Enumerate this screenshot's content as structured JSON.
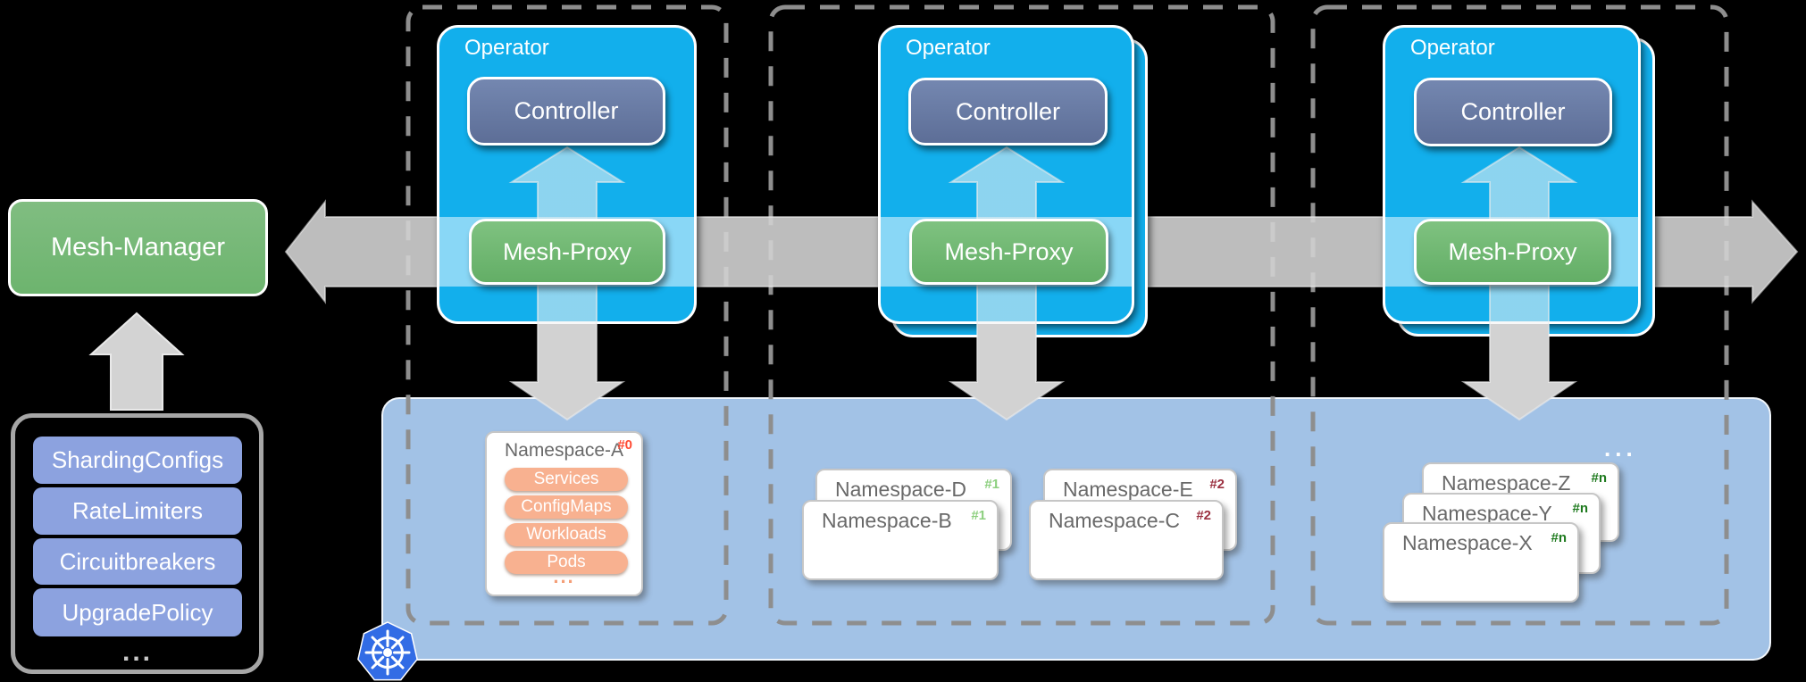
{
  "colors": {
    "operator_blue": "#12AFEC",
    "controller_slate": "#68799F",
    "mesh_green": "#71B873",
    "cluster_blue": "#A2C2E6",
    "config_pill_blue": "#8CA2DF",
    "resource_pill_orange": "#F8B190",
    "arrow_gray": "#D2D2D2",
    "kubernetes_blue": "#326CE5",
    "badge_shard0": "#FF4A33",
    "badge_shard1": "#8CCF7E",
    "badge_shard2": "#9B3040",
    "badge_shardn": "#1E7A1E"
  },
  "manager": {
    "label": "Mesh-Manager"
  },
  "config_box": {
    "items": [
      "ShardingConfigs",
      "RateLimiters",
      "Circuitbreakers",
      "UpgradePolicy"
    ],
    "more": "..."
  },
  "operators": [
    {
      "title": "Operator",
      "controller": "Controller",
      "proxy": "Mesh-Proxy"
    },
    {
      "title": "Operator",
      "controller": "Controller",
      "proxy": "Mesh-Proxy"
    },
    {
      "title": "Operator",
      "controller": "Controller",
      "proxy": "Mesh-Proxy"
    }
  ],
  "cluster": {
    "namespace_a": {
      "title": "Namespace-A",
      "badge": "#0",
      "resources": [
        "Services",
        "ConfigMaps",
        "Workloads",
        "Pods"
      ],
      "more": "..."
    },
    "cards": [
      {
        "title": "Namespace-D",
        "badge": "#1"
      },
      {
        "title": "Namespace-E",
        "badge": "#2"
      },
      {
        "title": "Namespace-B",
        "badge": "#1"
      },
      {
        "title": "Namespace-C",
        "badge": "#2"
      },
      {
        "title": "Namespace-Z",
        "badge": "#n"
      },
      {
        "title": "Namespace-Y",
        "badge": "#n"
      },
      {
        "title": "Namespace-X",
        "badge": "#n"
      }
    ],
    "more": "..."
  }
}
